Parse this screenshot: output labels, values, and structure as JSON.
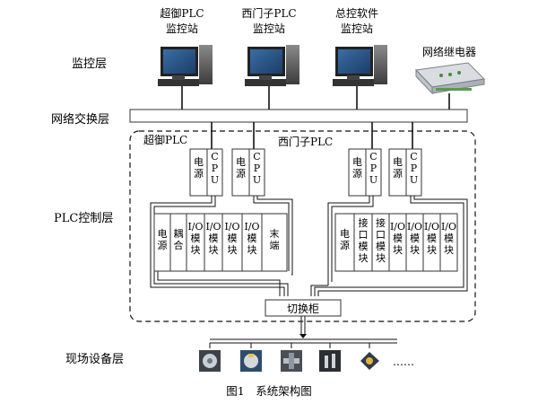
{
  "stations": [
    {
      "line1": "超御PLC",
      "line2": "监控站"
    },
    {
      "line1": "西门子PLC",
      "line2": "监控站"
    },
    {
      "line1": "总控软件",
      "line2": "监控站"
    }
  ],
  "relay_label": "网络继电器",
  "layers": {
    "monitor": "监控层",
    "network": "网络交换层",
    "plc": "PLC控制层",
    "field": "现场设备层"
  },
  "chaoyu_label": "超御PLC",
  "siemens_label": "西门子PLC",
  "switch_cabinet": "切换柜",
  "ellipsis": "……",
  "caption": "图1　系统架构图",
  "top_units": [
    {
      "text": "电源"
    },
    {
      "text": "CPU"
    },
    {
      "text": "电源"
    },
    {
      "text": "CPU"
    },
    {
      "text": "电源"
    },
    {
      "text": "CPU"
    },
    {
      "text": "电源"
    },
    {
      "text": "CPU"
    }
  ],
  "left_modules": [
    "电源",
    "耦合",
    "I/O模块",
    "I/O模块",
    "I/O模块",
    "I/O模块",
    "末端"
  ],
  "right_modules": [
    "电源",
    "接口模块",
    "接口模块",
    "I/O模块",
    "I/O模块",
    "I/O模块",
    "I/O模块"
  ]
}
